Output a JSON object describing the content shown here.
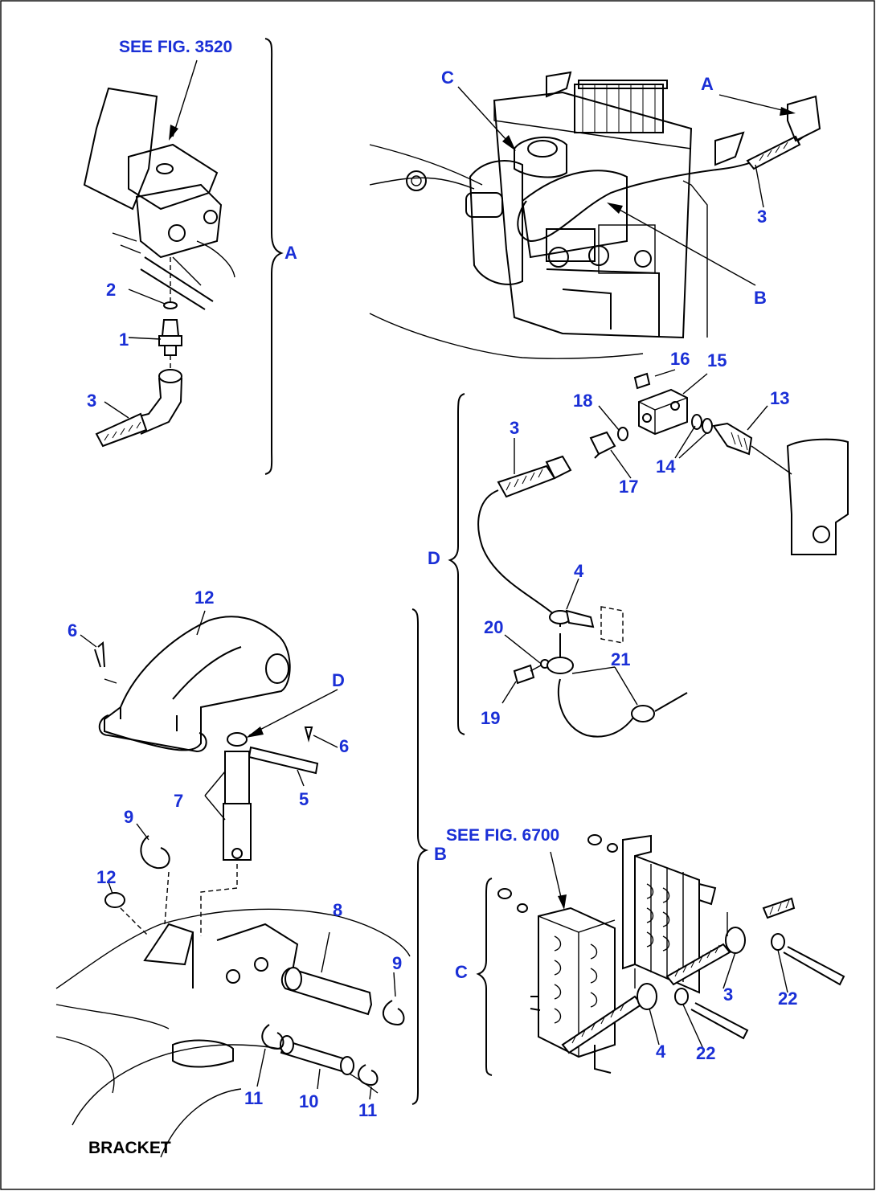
{
  "references": {
    "fig_3520": "SEE FIG. 3520",
    "fig_6700": "SEE FIG. 6700"
  },
  "footer": {
    "bracket": "BRACKET"
  },
  "view_letters": {
    "A": "A",
    "B": "B",
    "C": "C",
    "D": "D"
  },
  "callouts": {
    "a_1": "1",
    "a_2": "2",
    "a_3": "3",
    "top_3": "3",
    "top_A": "A",
    "top_B": "B",
    "top_C": "C",
    "d_3": "3",
    "d_4": "4",
    "d_13": "13",
    "d_14": "14",
    "d_15": "15",
    "d_16": "16",
    "d_17": "17",
    "d_18": "18",
    "d_19": "19",
    "d_20": "20",
    "d_21": "21",
    "b_5": "5",
    "b_6a": "6",
    "b_6b": "6",
    "b_7": "7",
    "b_8": "8",
    "b_9a": "9",
    "b_9b": "9",
    "b_10": "10",
    "b_11a": "11",
    "b_11b": "11",
    "b_12a": "12",
    "b_12b": "12",
    "b_D": "D",
    "c_3": "3",
    "c_4": "4",
    "c_22a": "22",
    "c_22b": "22"
  },
  "colors": {
    "callout": "#1a2fd6",
    "line": "#000000"
  }
}
